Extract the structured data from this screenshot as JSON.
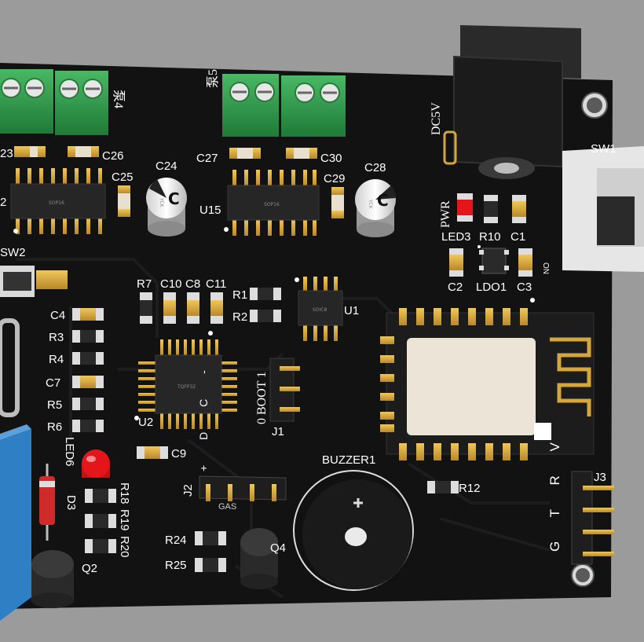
{
  "labels": {
    "pump4": "泵4",
    "pump5": "泵5",
    "c23": "23",
    "c26": "C26",
    "c27": "C27",
    "c30": "C30",
    "c24": "C24",
    "c25": "C25",
    "c28": "C28",
    "c29": "C29",
    "u15": "U15",
    "u_left": "2",
    "sw2": "SW2",
    "r7": "R7",
    "c10": "C10",
    "c8": "C8",
    "c11": "C11",
    "r1": "R1",
    "r2": "R2",
    "u1": "U1",
    "c4": "C4",
    "r3": "R3",
    "r4": "R4",
    "c7": "C7",
    "r5": "R5",
    "r6": "R6",
    "u2": "U2",
    "c9": "C9",
    "led6": "LED6",
    "d3": "D3",
    "r18": "R18",
    "r19": "R19",
    "r20": "R20",
    "q2": "Q2",
    "j2": "J2",
    "j2_pins": "+ D C -",
    "j2_sub": "GAS",
    "boot": "0 BOOT 1",
    "j1": "J1",
    "buzzer": "BUZZER1",
    "r12": "R12",
    "r24": "R24",
    "r25": "R25",
    "q4": "Q4",
    "dc5v": "DC5V",
    "pwr": "PWR",
    "led3": "LED3",
    "r10": "R10",
    "c1": "C1",
    "c2": "C2",
    "ldo1": "LDO1",
    "c3": "C3",
    "sw1": "SW1",
    "on": "ON",
    "j3": "J3",
    "j3_pins": "G T R V",
    "sop16": "SOP16",
    "soic8": "SOIC8",
    "tqfp32": "TQFP32",
    "cap_c": "C",
    "cap_sub": "YCK"
  },
  "colors": {
    "board": "#121212",
    "background": "#9b9b9b",
    "terminal_green": "#2f9a4a",
    "gold": "#d4a63b",
    "silk": "#ffffff",
    "led_red": "#e4161b",
    "module_pcb": "#1c1c1c",
    "module_shield": "#ece4d6",
    "buzzer": "#1a1a1a",
    "switch_body": "#e6e6e6",
    "relay_blue": "#2f7fc4"
  }
}
